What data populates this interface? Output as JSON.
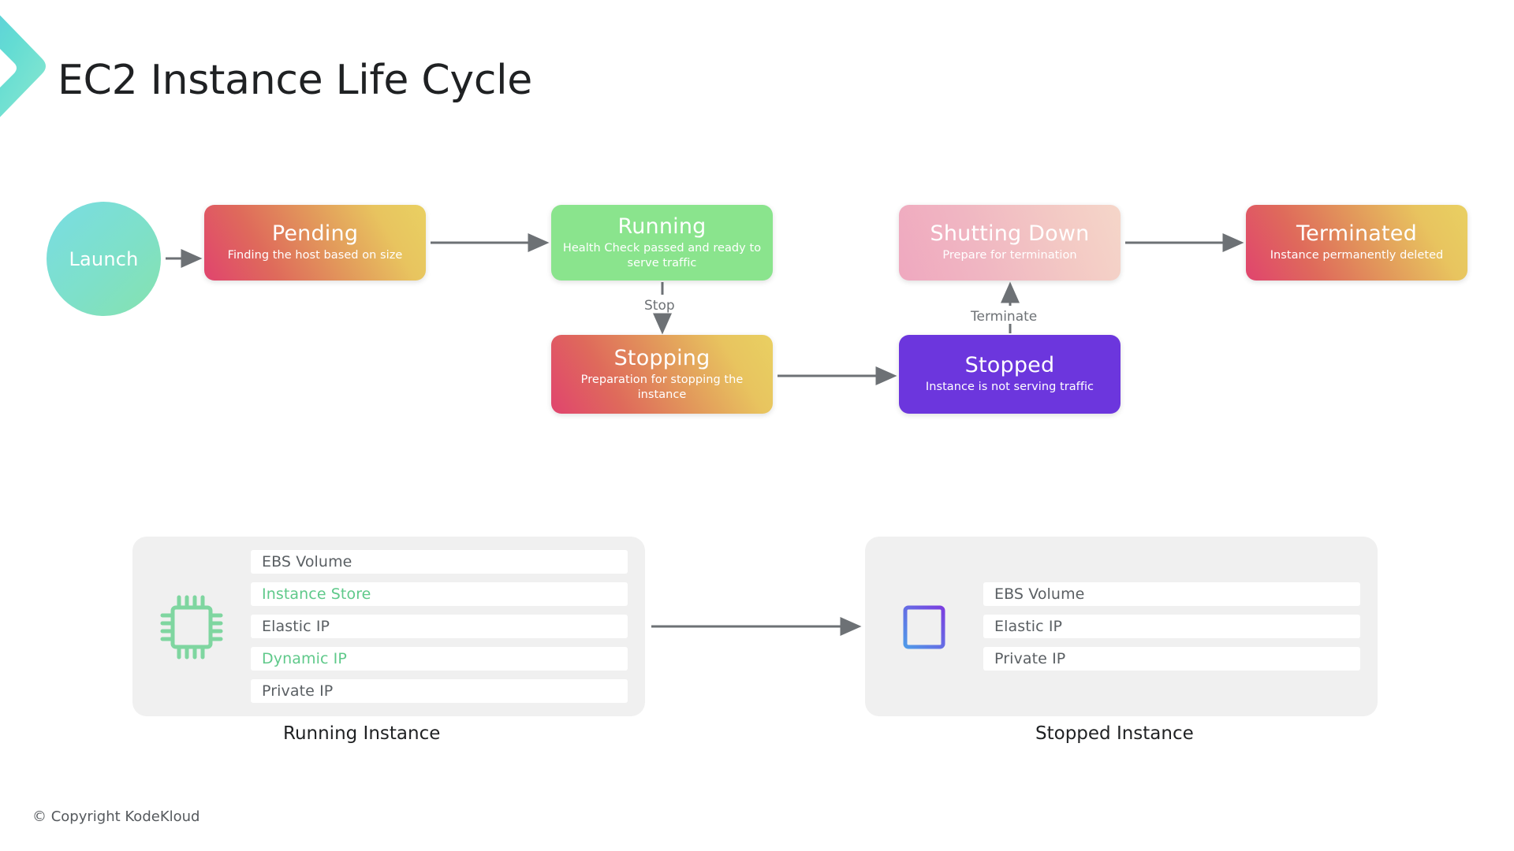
{
  "page": {
    "title": "EC2 Instance Life Cycle",
    "footer": "© Copyright KodeKloud",
    "logo_icon": "chevron-right-logo"
  },
  "flow": {
    "launch": {
      "label": "Launch"
    },
    "states": [
      {
        "id": "pending",
        "title": "Pending",
        "desc": "Finding the host based on size",
        "color": "#e09a5c"
      },
      {
        "id": "running",
        "title": "Running",
        "desc": "Health Check passed and ready to serve traffic",
        "color": "#8ae48d"
      },
      {
        "id": "shutting-down",
        "title": "Shutting Down",
        "desc": "Prepare for termination",
        "color": "#efb2c0"
      },
      {
        "id": "terminated",
        "title": "Terminated",
        "desc": "Instance permanently deleted",
        "color": "#e09a5c"
      },
      {
        "id": "stopping",
        "title": "Stopping",
        "desc": "Preparation for stopping the instance",
        "color": "#e09a5c"
      },
      {
        "id": "stopped",
        "title": "Stopped",
        "desc": "Instance is not serving traffic",
        "color": "#6c36dd"
      }
    ],
    "edge_labels": {
      "stop": "Stop",
      "terminate": "Terminate"
    },
    "arrow_color": "#6d7175"
  },
  "panels": [
    {
      "id": "running-instance",
      "caption": "Running Instance",
      "icon": "cpu-chip-icon",
      "icon_color": "#7fd6a0",
      "attributes": [
        {
          "label": "EBS Volume",
          "highlight": false
        },
        {
          "label": "Instance Store",
          "highlight": true
        },
        {
          "label": "Elastic IP",
          "highlight": false
        },
        {
          "label": "Dynamic IP",
          "highlight": true
        },
        {
          "label": "Private IP",
          "highlight": false
        }
      ]
    },
    {
      "id": "stopped-instance",
      "caption": "Stopped Instance",
      "icon": "cpu-chip-icon",
      "icon_color": "#5f8fe0",
      "attributes": [
        {
          "label": "EBS Volume",
          "highlight": false
        },
        {
          "label": "Elastic IP",
          "highlight": false
        },
        {
          "label": "Private IP",
          "highlight": false
        }
      ]
    }
  ]
}
